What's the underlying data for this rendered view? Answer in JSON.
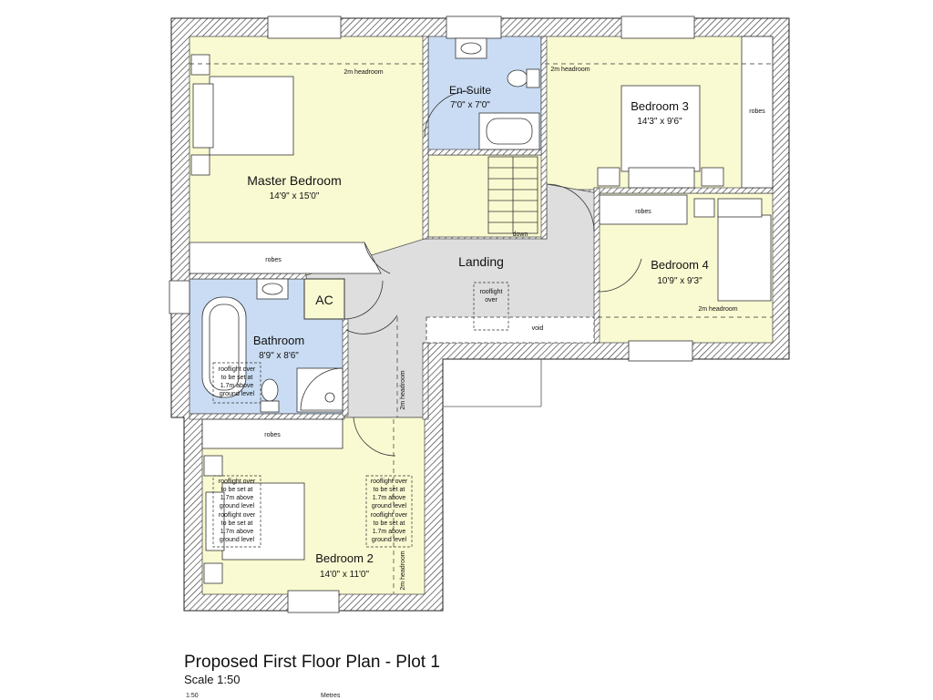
{
  "drawing": {
    "title": "Proposed First Floor Plan - Plot 1",
    "scale": "Scale 1:50",
    "scale_bar_label": "1:50",
    "scale_bar_units": "Metres"
  },
  "rooms": {
    "master": {
      "name": "Master Bedroom",
      "dims": "14'9\" x 15'0\""
    },
    "ensuite": {
      "name": "En-Suite",
      "dims": "7'0\" x 7'0\""
    },
    "bed3": {
      "name": "Bedroom 3",
      "dims": "14'3\" x 9'6\""
    },
    "bed4": {
      "name": "Bedroom 4",
      "dims": "10'9\" x 9'3\""
    },
    "landing": {
      "name": "Landing"
    },
    "bathroom": {
      "name": "Bathroom",
      "dims": "8'9\" x 8'6\""
    },
    "ac": {
      "name": "AC"
    },
    "bed2": {
      "name": "Bedroom 2",
      "dims": "14'0\" x 11'0\""
    }
  },
  "notes": {
    "headroom": "2m headroom",
    "robes": "robes",
    "down": "down",
    "void": "void",
    "rooflight_l1": "rooflight",
    "rooflight_l2": "over",
    "rooflight_long": [
      "rooflight over",
      "to be set at",
      "1.7m above",
      "ground level"
    ]
  },
  "colors": {
    "room_fill": "#fafad2",
    "wet_room_fill": "#c9dcf3",
    "circulation_fill": "#dedede",
    "wall_hatch": "#444444"
  }
}
